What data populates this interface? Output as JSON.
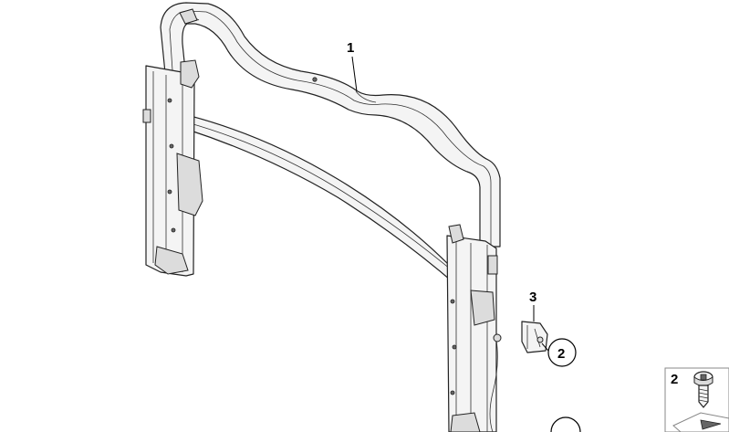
{
  "callouts": {
    "main_frame": "1",
    "clip": "3",
    "screw_ref": "2",
    "legend_screw": "2"
  }
}
